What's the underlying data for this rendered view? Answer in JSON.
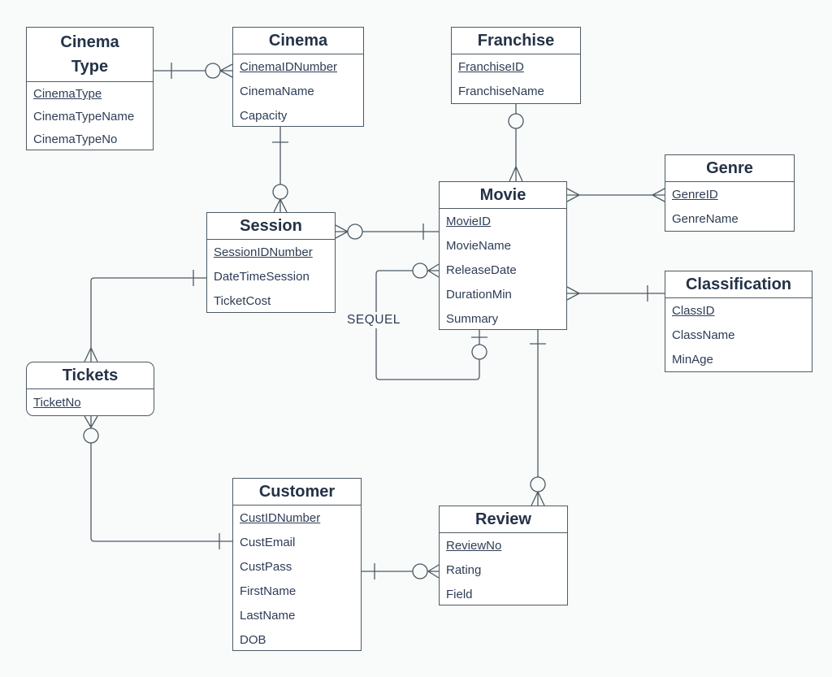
{
  "diagram_type": "entity-relationship-diagram",
  "colors": {
    "page_background": "#f9fafa",
    "entity_background": "#ffffff",
    "entity_border": "#4c5b64",
    "connector_line": "#4c5b64",
    "title_text": "#243247",
    "attribute_text": "#2e3d55"
  },
  "labels": {
    "sequel": "SEQUEL"
  },
  "entities": [
    {
      "id": "cinema_type",
      "title": "Cinema Type",
      "attributes": [
        {
          "name": "CinemaType",
          "key": true
        },
        {
          "name": "CinemaTypeName",
          "key": false
        },
        {
          "name": "CinemaTypeNo",
          "key": false
        }
      ]
    },
    {
      "id": "cinema",
      "title": "Cinema",
      "attributes": [
        {
          "name": "CinemaIDNumber",
          "key": true
        },
        {
          "name": "CinemaName",
          "key": false
        },
        {
          "name": "Capacity",
          "key": false
        }
      ]
    },
    {
      "id": "franchise",
      "title": "Franchise",
      "attributes": [
        {
          "name": "FranchiseID",
          "key": true
        },
        {
          "name": "FranchiseName",
          "key": false
        }
      ]
    },
    {
      "id": "genre",
      "title": "Genre",
      "attributes": [
        {
          "name": "GenreID",
          "key": true
        },
        {
          "name": "GenreName",
          "key": false
        }
      ]
    },
    {
      "id": "movie",
      "title": "Movie",
      "attributes": [
        {
          "name": "MovieID",
          "key": true
        },
        {
          "name": "MovieName",
          "key": false
        },
        {
          "name": "ReleaseDate",
          "key": false
        },
        {
          "name": "DurationMin",
          "key": false
        },
        {
          "name": "Summary",
          "key": false
        }
      ]
    },
    {
      "id": "classification",
      "title": "Classification",
      "attributes": [
        {
          "name": "ClassID",
          "key": true
        },
        {
          "name": "ClassName",
          "key": false
        },
        {
          "name": "MinAge",
          "key": false
        }
      ]
    },
    {
      "id": "session",
      "title": "Session",
      "attributes": [
        {
          "name": "SessionIDNumber",
          "key": true
        },
        {
          "name": "DateTimeSession",
          "key": false
        },
        {
          "name": "TicketCost",
          "key": false
        }
      ]
    },
    {
      "id": "tickets",
      "title": "Tickets",
      "attributes": [
        {
          "name": "TicketNo",
          "key": true
        }
      ]
    },
    {
      "id": "customer",
      "title": "Customer",
      "attributes": [
        {
          "name": "CustIDNumber",
          "key": true
        },
        {
          "name": "CustEmail",
          "key": false
        },
        {
          "name": "CustPass",
          "key": false
        },
        {
          "name": "FirstName",
          "key": false
        },
        {
          "name": "LastName",
          "key": false
        },
        {
          "name": "DOB",
          "key": false
        }
      ]
    },
    {
      "id": "review",
      "title": "Review",
      "attributes": [
        {
          "name": "ReviewNo",
          "key": true
        },
        {
          "name": "Rating",
          "key": false
        },
        {
          "name": "Field",
          "key": false
        }
      ]
    }
  ],
  "relationships": [
    {
      "from": "Cinema Type",
      "to": "Cinema",
      "from_symbol": "one (bar)",
      "to_symbol": "zero-or-many (circle + crow's foot)"
    },
    {
      "from": "Cinema",
      "to": "Session",
      "from_symbol": "one (bar)",
      "to_symbol": "zero-or-many (circle + crow's foot)"
    },
    {
      "from": "Franchise",
      "to": "Movie",
      "from_symbol": "optional (circle)",
      "to_symbol": "many (crow's foot)"
    },
    {
      "from": "Movie",
      "to": "Genre",
      "from_symbol": "many (crow's foot)",
      "to_symbol": "many (crow's foot)"
    },
    {
      "from": "Movie",
      "to": "Classification",
      "from_symbol": "many (crow's foot)",
      "to_symbol": "one (bar)"
    },
    {
      "from": "Session",
      "to": "Movie",
      "from_symbol": "zero-or-many (crow's foot + circle)",
      "to_symbol": "one (bar)"
    },
    {
      "from": "Movie",
      "to": "Movie",
      "label": "SEQUEL",
      "from_symbol": "zero-or-many (circle + crow's foot)",
      "to_symbol": "zero-or-one (bar + circle)"
    },
    {
      "from": "Session",
      "to": "Tickets",
      "from_symbol": "one (bar)",
      "to_symbol": "many (crow's foot)"
    },
    {
      "from": "Tickets",
      "to": "Customer",
      "from_symbol": "zero-or-many (crow's foot + circle)",
      "to_symbol": "one (bar)"
    },
    {
      "from": "Customer",
      "to": "Review",
      "from_symbol": "one (bar)",
      "to_symbol": "zero-or-many (circle + crow's foot)"
    },
    {
      "from": "Movie",
      "to": "Review",
      "from_symbol": "one (bar)",
      "to_symbol": "zero-or-many (circle + crow's foot)"
    }
  ]
}
